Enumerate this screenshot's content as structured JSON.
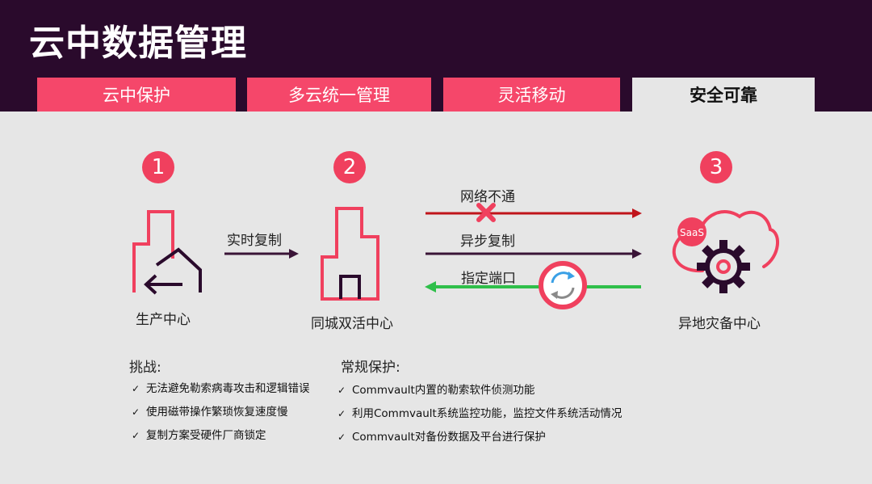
{
  "title": "云中数据管理",
  "tabs": [
    {
      "label": "云中保护"
    },
    {
      "label": "多云统一管理"
    },
    {
      "label": "灵活移动"
    },
    {
      "label": "安全可靠"
    }
  ],
  "colors": {
    "accent": "#f0405e",
    "header": "#2a0a2c",
    "red_line": "#c0141b",
    "dark_line": "#3a1437",
    "green_line": "#2fbf4a"
  },
  "steps": [
    {
      "number": "1",
      "label": "生产中心"
    },
    {
      "number": "2",
      "label": "同城双活中心"
    },
    {
      "number": "3",
      "label": "异地灾备中心"
    }
  ],
  "arrows": {
    "realtime": "实时复制",
    "network": "网络不通",
    "async": "异步复制",
    "port": "指定端口"
  },
  "cloud_badge": "SaaS",
  "challenges": {
    "heading": "挑战:",
    "items": [
      "无法避免勒索病毒攻击和逻辑错误",
      "使用磁带操作繁琐恢复速度慢",
      "复制方案受硬件厂商锁定"
    ]
  },
  "protection": {
    "heading": "常规保护:",
    "items": [
      "Commvault内置的勒索软件侦测功能",
      "利用Commvault系统监控功能，监控文件系统活动情况",
      "Commvault对备份数据及平台进行保护"
    ]
  },
  "check_glyph": "✓"
}
